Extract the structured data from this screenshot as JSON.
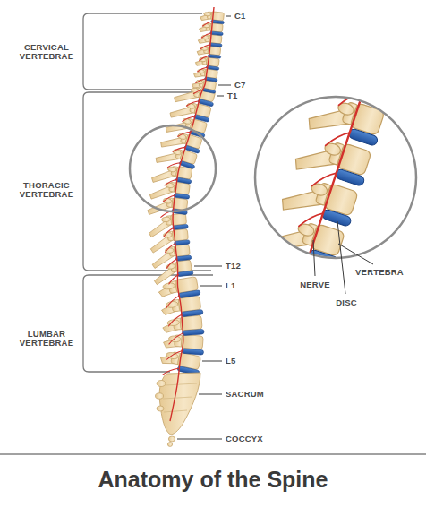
{
  "diagram": {
    "title": "Anatomy of the Spine",
    "labels": [
      "C1",
      "CERVICAL VERTEBRAE",
      "C7",
      "T1",
      "THORACIC VERTEBRAE",
      "NERVE",
      "VERTEBRA",
      "DISC",
      "T12",
      "L1",
      "LUMBAR VERTEBRAE",
      "L5",
      "SACRUM",
      "COCCYX"
    ]
  }
}
